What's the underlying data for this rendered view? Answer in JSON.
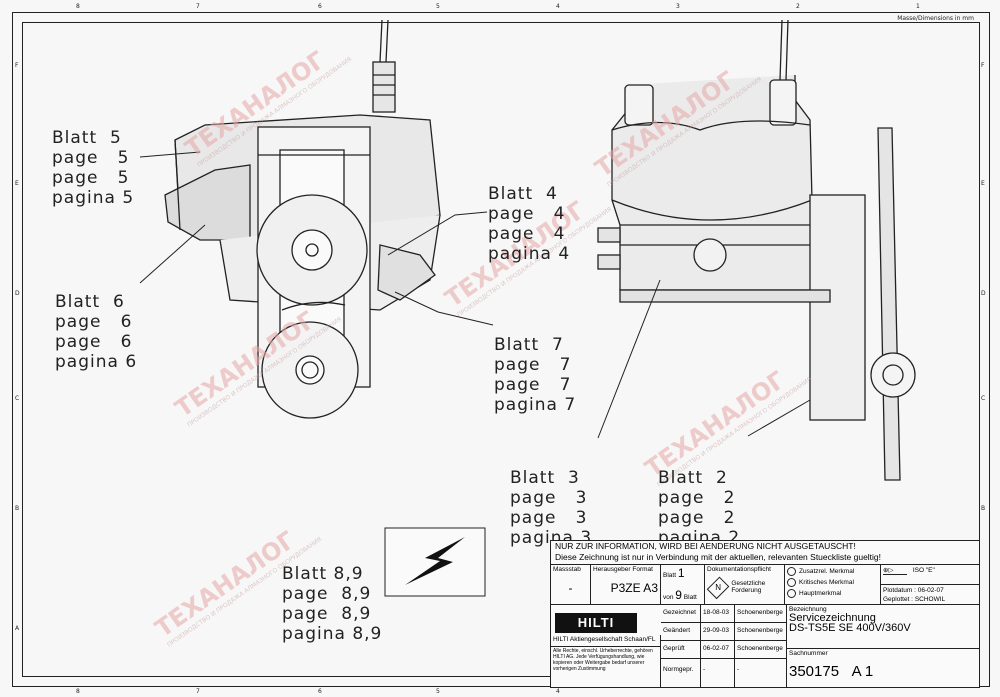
{
  "sheet": {
    "dimensions_note": "Masse/Dimensions in mm",
    "top_zones": [
      "8",
      "7",
      "6",
      "5",
      "4",
      "3",
      "2",
      "1"
    ],
    "side_zones": [
      "F",
      "E",
      "D",
      "C",
      "B",
      "A"
    ]
  },
  "callouts": [
    {
      "id": "5",
      "lines": [
        "Blatt  5",
        "page   5",
        "page   5",
        "pagina 5"
      ]
    },
    {
      "id": "6",
      "lines": [
        "Blatt  6",
        "page   6",
        "page   6",
        "pagina 6"
      ]
    },
    {
      "id": "4",
      "lines": [
        "Blatt  4",
        "page   4",
        "page   4",
        "pagina 4"
      ]
    },
    {
      "id": "7",
      "lines": [
        "Blatt  7",
        "page   7",
        "page   7",
        "pagina 7"
      ]
    },
    {
      "id": "3",
      "lines": [
        "Blatt  3",
        "page   3",
        "page   3",
        "pagina 3"
      ]
    },
    {
      "id": "2",
      "lines": [
        "Blatt  2",
        "page   2",
        "page   2",
        "pagina 2"
      ]
    },
    {
      "id": "89",
      "lines": [
        "Blatt 8,9",
        "page  8,9",
        "page  8,9",
        "pagina 8,9"
      ]
    }
  ],
  "watermark": {
    "brand": "ТЕХАНАЛОГ",
    "tagline": "ПРОИЗВОДСТВО И ПРОДАЖА АЛМАЗНОГО ОБОРУДОВАНИЯ"
  },
  "title_block": {
    "notice_line1": "NUR ZUR INFORMATION, WIRD BEI AENDERUNG NICHT AUSGETAUSCHT!",
    "notice_line2": "Diese Zeichnung ist nur in Verbindung mit der aktuellen, relevanten Stueckliste gueltig!",
    "massstab_label": "Massstab",
    "massstab_value": "-",
    "herausgeber_label": "Herausgeber",
    "format_label": "Format",
    "format_value": "P3ZE A3",
    "blatt_label": "Blatt",
    "blatt_value": "1",
    "von_label": "von",
    "von_value": "9",
    "blatt2_label": "Blatt",
    "dokpflicht_label": "Dokumentationspflicht",
    "n_symbol": "N",
    "gesetzliche": "Gesetzliche Forderung",
    "merkmal1": "Zusatzrel. Merkmal",
    "merkmal2": "Kritisches Merkmal",
    "merkmal3": "Hauptmerkmal",
    "iso_label": "ISO \"E\"",
    "plotdatum_label": "Plotdatum :",
    "plotdatum_value": "06-02-07",
    "geplottet_label": "Geplottet :",
    "geplottet_value": "SCHOWIL",
    "hilti_logo": "HILTI",
    "company": "HILTI Aktiengesellschaft Schaan/FL",
    "rights": "Alle Rechte, einschl. Urheberrechte, gehören HILTI AG. Jede Verfügungshandlung, wie kopieren oder Weitergabe bedarf unserer vorherigen Zustimmung",
    "gezeichnet_label": "Gezeichnet",
    "gezeichnet_date": "18-08-03",
    "gezeichnet_name": "Schoenenberge",
    "geaendert_label": "Geändert",
    "geaendert_date": "29-09-03",
    "geaendert_name": "Schoenenberge",
    "geprueft_label": "Geprüft",
    "geprueft_date": "06-02-07",
    "geprueft_name": "Schoenenberge",
    "normgepr_label": "Normgepr.",
    "normgepr_value": "-",
    "normgepr_value2": "-",
    "bezeichnung_label": "Bezeichnung",
    "title1": "Servicezeichnung",
    "title2": "DS-TS5E SE 400V/360V",
    "sachnummer_label": "Sachnummer",
    "sachnummer": "350175",
    "revision": "A 1"
  }
}
